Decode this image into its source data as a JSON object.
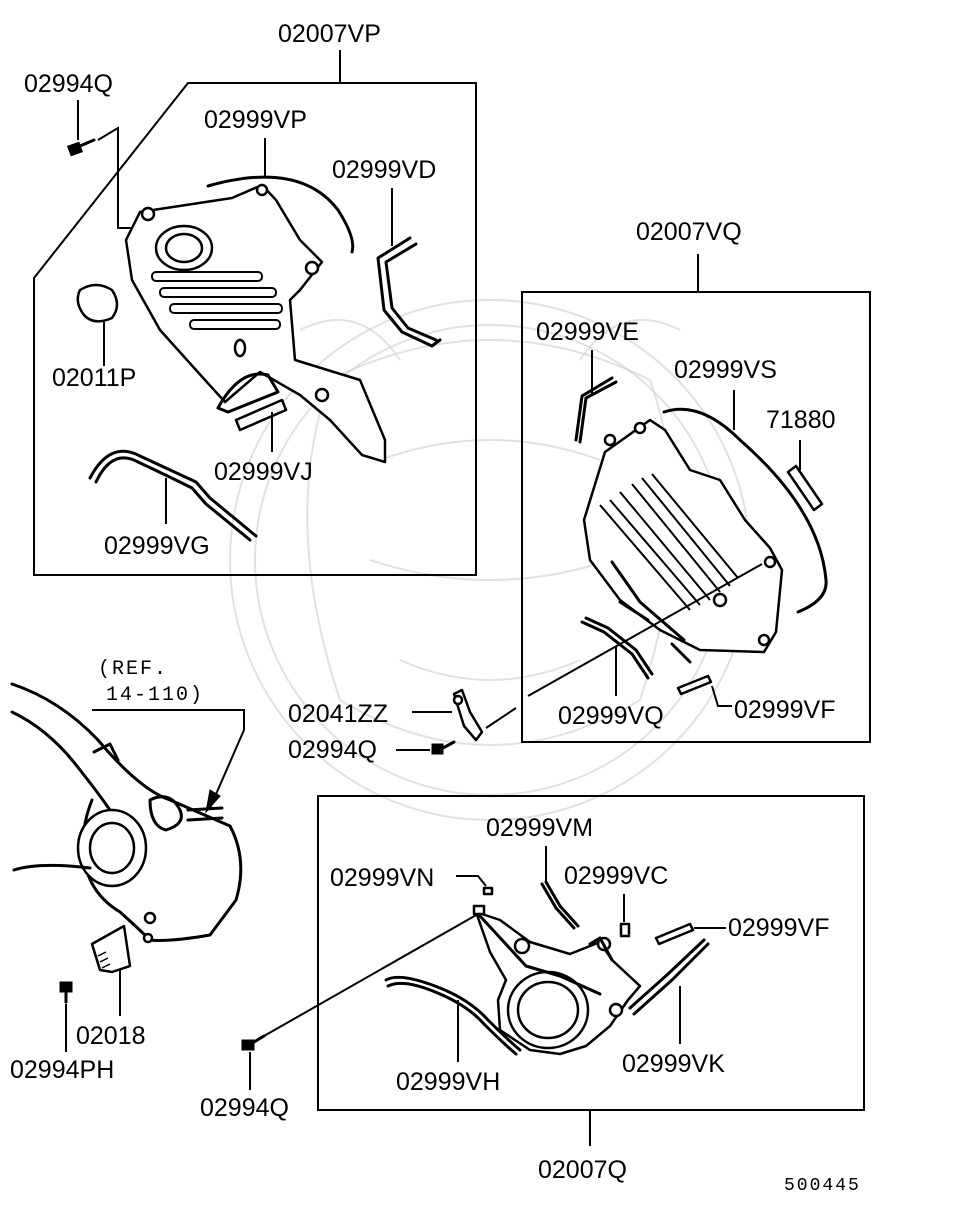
{
  "diagram": {
    "part_labels": {
      "cover_upper": "02007VP",
      "bolt_upper_left": "02994Q",
      "gasket_vp": "02999VP",
      "seal_vd": "02999VD",
      "plug": "02011P",
      "strip_vj": "02999VJ",
      "seal_vg": "02999VG",
      "cover_middle": "02007VQ",
      "seal_ve": "02999VE",
      "seal_vs": "02999VS",
      "strip_71880": "71880",
      "strip_vq": "02999VQ",
      "strip_vf_middle": "02999VF",
      "bracket_zz": "02041ZZ",
      "bolt_middle": "02994Q",
      "ref_line1": "(REF.",
      "ref_line2": "14-110)",
      "bracket_2018": "02018",
      "bolt_ph": "02994PH",
      "bolt_lower": "02994Q",
      "seal_vm": "02999VM",
      "seal_vn": "02999VN",
      "seal_vc": "02999VC",
      "strip_vf_lower": "02999VF",
      "seal_vh": "02999VH",
      "seal_vk": "02999VK",
      "cover_lower": "02007Q"
    },
    "diagram_code": "500445"
  }
}
